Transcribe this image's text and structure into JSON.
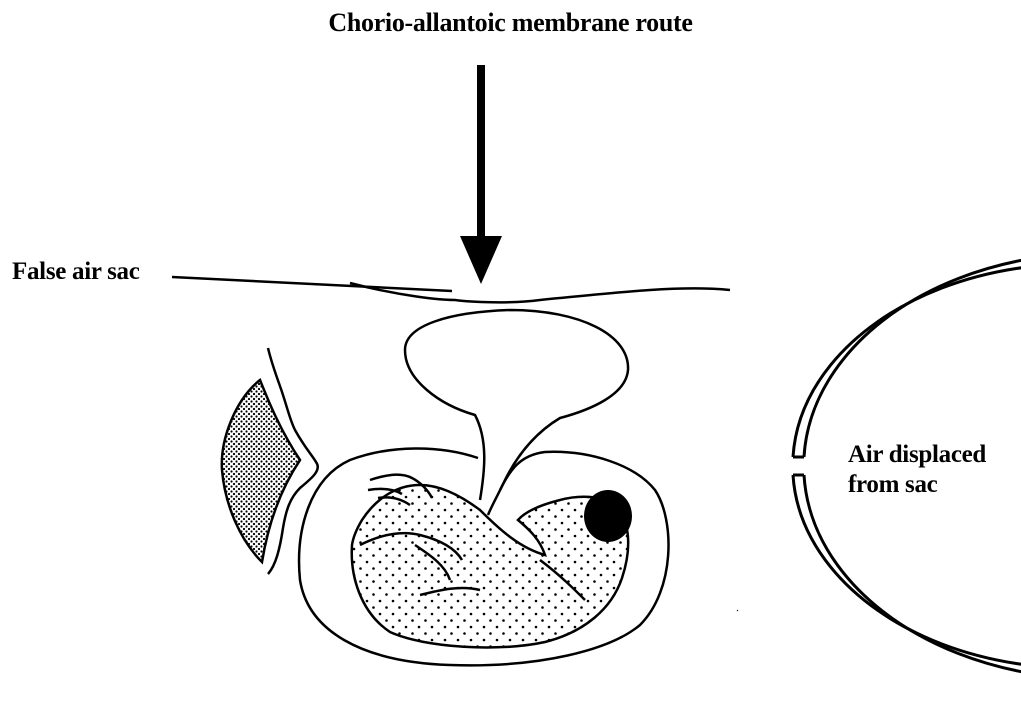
{
  "diagram": {
    "title": "Chorio-allantoic membrane route",
    "labels": {
      "false_air_sac": "False air sac",
      "air_displaced_line1": "Air displaced",
      "air_displaced_line2": "from sac"
    }
  }
}
